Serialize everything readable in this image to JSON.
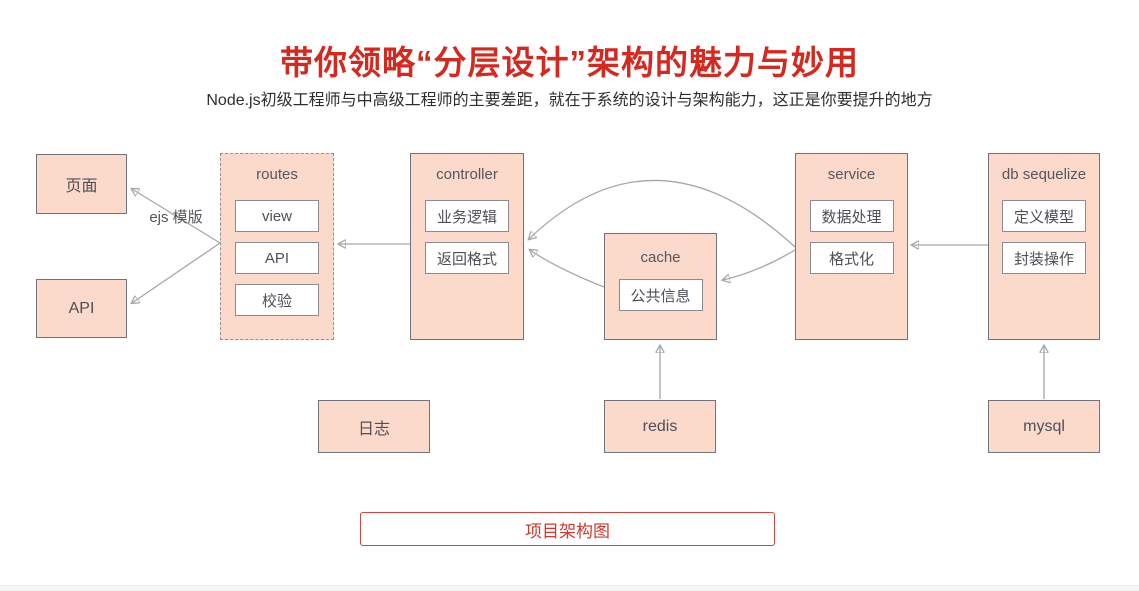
{
  "header": {
    "title": "带你领略“分层设计”架构的魅力与妙用",
    "subtitle": "Node.js初级工程师与中高级工程师的主要差距，就在于系统的设计与架构能力，这正是你要提升的地方"
  },
  "diagram": {
    "nodes": {
      "page": {
        "label": "页面"
      },
      "api": {
        "label": "API"
      },
      "routes": {
        "title": "routes",
        "items": [
          "view",
          "API",
          "校验"
        ]
      },
      "controller": {
        "title": "controller",
        "items": [
          "业务逻辑",
          "返回格式"
        ]
      },
      "cache": {
        "title": "cache",
        "items": [
          "公共信息"
        ]
      },
      "service": {
        "title": "service",
        "items": [
          "数据处理",
          "格式化"
        ]
      },
      "db": {
        "title": "db sequelize",
        "items": [
          "定义模型",
          "封装操作"
        ]
      },
      "log": {
        "label": "日志"
      },
      "redis": {
        "label": "redis"
      },
      "mysql": {
        "label": "mysql"
      }
    },
    "edge_label": "ejs 模版",
    "edges": [
      {
        "from": "routes",
        "to": "page",
        "label": "ejs 模版"
      },
      {
        "from": "routes",
        "to": "api"
      },
      {
        "from": "controller",
        "to": "routes"
      },
      {
        "from": "service",
        "to": "controller"
      },
      {
        "from": "cache",
        "to": "controller"
      },
      {
        "from": "service",
        "to": "cache"
      },
      {
        "from": "db",
        "to": "service"
      },
      {
        "from": "redis",
        "to": "cache"
      },
      {
        "from": "mysql",
        "to": "db"
      }
    ]
  },
  "footer": {
    "button_label": "项目架构图"
  },
  "colors": {
    "title_red": "#d5281e",
    "button_red": "#cf382e",
    "box_fill": "#fcdacb",
    "box_border": "#71717a",
    "arrow_gray": "#a7a7a7"
  }
}
